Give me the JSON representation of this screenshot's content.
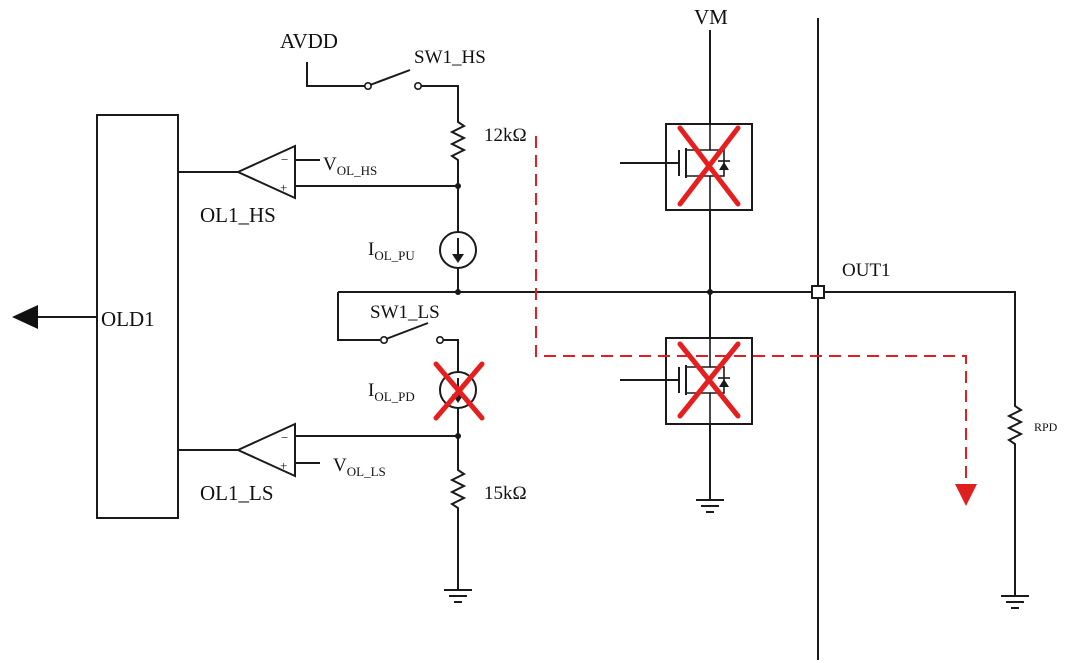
{
  "labels": {
    "avdd": "AVDD",
    "vm": "VM",
    "sw1_hs": "SW1_HS",
    "sw1_ls": "SW1_LS",
    "r_hs": "12kΩ",
    "r_ls": "15kΩ",
    "vol_hs_main": "V",
    "vol_hs_sub": "OL_HS",
    "vol_ls_main": "V",
    "vol_ls_sub": "OL_LS",
    "ol1_hs": "OL1_HS",
    "ol1_ls": "OL1_LS",
    "iol_pu_main": "I",
    "iol_pu_sub": "OL_PU",
    "iol_pd_main": "I",
    "iol_pd_sub": "OL_PD",
    "old1": "OLD1",
    "out1": "OUT1",
    "rpd": "RPD",
    "minus": "−",
    "plus": "+"
  },
  "colors": {
    "wire": "#1a1a1a",
    "disabled_mark": "#e61e1e",
    "current_path": "#e02020"
  },
  "disabled_components": [
    "hs-mosfet",
    "ls-mosfet",
    "iol-pd-source"
  ]
}
